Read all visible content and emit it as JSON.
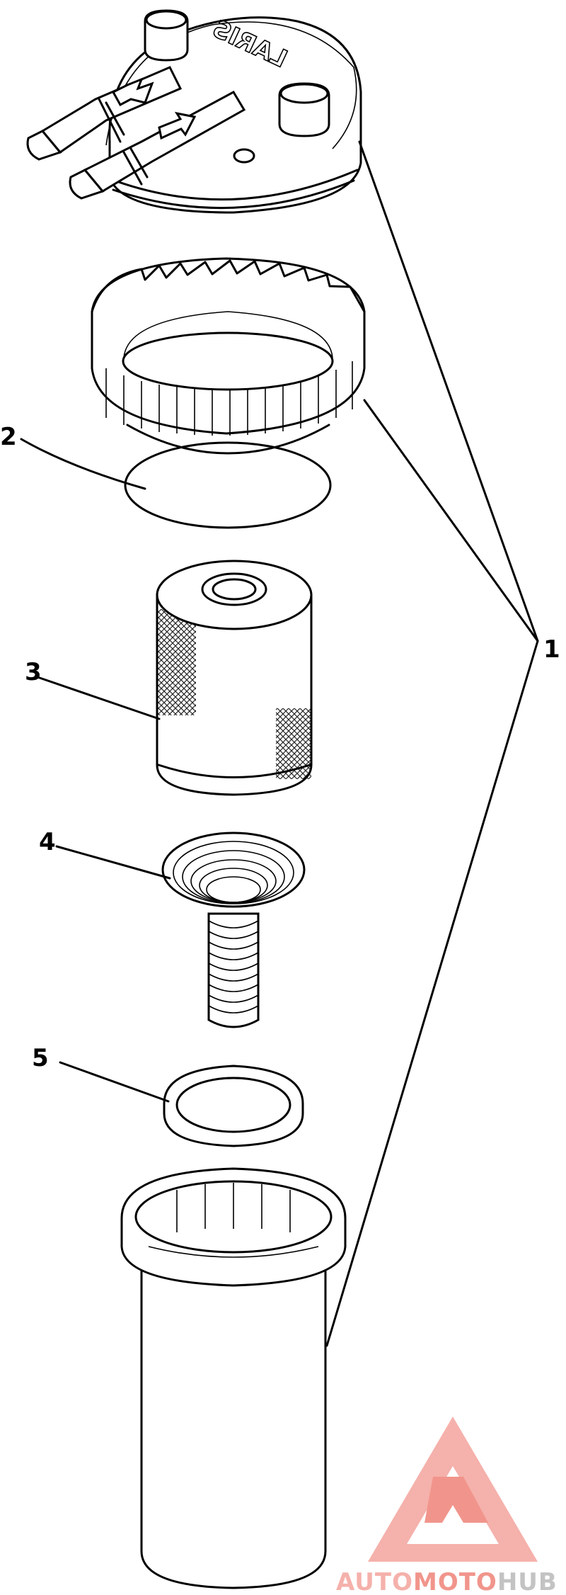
{
  "callouts": [
    {
      "id": "1",
      "label": "1"
    },
    {
      "id": "2",
      "label": "2"
    },
    {
      "id": "3",
      "label": "3"
    },
    {
      "id": "4",
      "label": "4"
    },
    {
      "id": "5",
      "label": "5"
    }
  ],
  "cap_embossing": "LARIS",
  "watermark": {
    "part1": "AUTO",
    "part2": "MOTO",
    "part3": "HUB",
    "color_light": "#f5a9a3",
    "color_dark": "#f08a80",
    "color_gray": "#bdbdbd"
  }
}
